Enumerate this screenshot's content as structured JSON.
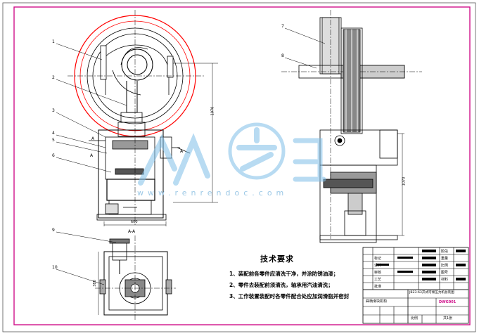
{
  "tech_requirements": {
    "title": "技术要求",
    "items": [
      "1、装配前各零件应清洗干净，并涂防锈油漆；",
      "2、零件去装配前须清洗，轴承用汽油清洗；",
      "3、工作装置装配时各零件配合处应加润滑脂并密封"
    ]
  },
  "callouts": [
    "1",
    "2",
    "3",
    "4",
    "5",
    "6",
    "7",
    "8",
    "9",
    "10"
  ],
  "section_labels": {
    "a_left": "A",
    "a_right": "A",
    "a_arrow_label": "A",
    "section_aa": "A-A"
  },
  "dimensions": {
    "height": "1070",
    "height_right": "1070",
    "width": "600",
    "width_bottom": "380"
  },
  "title_block": {
    "drawing_title": "JB23-63开式可倾压力机总装图",
    "title_line2": "曲柄滑块机构",
    "code": "DWG001",
    "scale_label": "比例",
    "sheet_label": "共1张",
    "part_rows": [
      "标记",
      "设计",
      "审核",
      "工艺",
      "批准"
    ],
    "right_labels": [
      "阶段",
      "重量",
      "比例",
      "图号",
      "材料"
    ]
  },
  "watermark": {
    "brand": "人人文库",
    "url": "www.renrendoc.com"
  },
  "colors": {
    "frame": "#000000",
    "red": "#ff0000",
    "watermark": "#7fbfe8",
    "magenta": "#d0108a"
  }
}
